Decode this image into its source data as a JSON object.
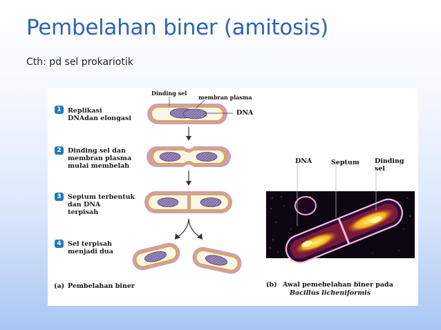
{
  "slide": {
    "title": "Pembelahan biner (amitosis)",
    "subtitle": "Cth: pd sel prokariotik"
  },
  "diagram": {
    "labels": {
      "cell_wall": "Dinding sel",
      "plasma_membrane": "membran plasma",
      "dna": "DNA"
    },
    "steps": [
      {
        "number": "1",
        "text": "Replikasi\nDNAdan elongasi"
      },
      {
        "number": "2",
        "text": "Dinding sel dan\nmembran plasma\nmulai membelah"
      },
      {
        "number": "3",
        "text": "Septum terbentuk\ndan DNA\nterpisah"
      },
      {
        "number": "4",
        "text": "Sel terpisah\nmenjadi dua"
      }
    ],
    "caption_a_letter": "(a)",
    "caption_a": "Pembelahan biner"
  },
  "micrograph": {
    "labels": {
      "dna": "DNA",
      "septum": "Septum",
      "cell_wall": "Dinding\nsel"
    },
    "caption_b_letter": "(b)",
    "caption_b_line1": "Awal pemebelahan biner pada",
    "caption_b_line2": "Bacillus licheniformis"
  },
  "colors": {
    "title": "#2f64b4",
    "wall": "#caa0b5",
    "membrane": "#e8a530",
    "cytoplasm": "#fbf6e9",
    "dna": "#9a88b8",
    "step_badge": "#1f78bf"
  }
}
